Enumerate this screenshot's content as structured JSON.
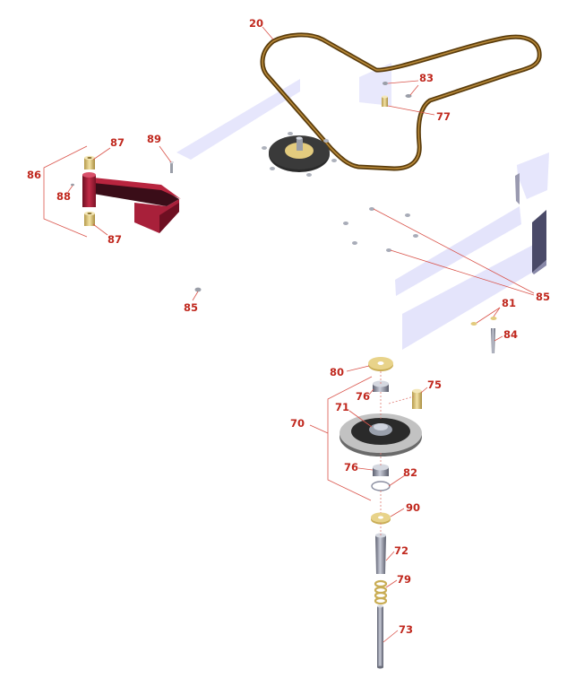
{
  "labels": {
    "l20": "20",
    "l83": "83",
    "l77": "77",
    "l87a": "87",
    "l89": "89",
    "l86": "86",
    "l88": "88",
    "l87b": "87",
    "l85a": "85",
    "l85b": "85",
    "l81": "81",
    "l84": "84",
    "l80": "80",
    "l75": "75",
    "l76a": "76",
    "l71": "71",
    "l70": "70",
    "l76b": "76",
    "l82": "82",
    "l90": "90",
    "l72": "72",
    "l79": "79",
    "l73": "73"
  },
  "colors": {
    "callout_text": "#c0281e",
    "leader_line": "#d9534a",
    "belt": "#6b4a12",
    "brass": "#e6d08a",
    "bracket_red": "#a8203a",
    "deck_lavender": "#e4e4fb",
    "pulley_dark": "#2a2a2a",
    "pulley_grey": "#bdbdbd",
    "shaft_steel": "#8a8ea0"
  }
}
